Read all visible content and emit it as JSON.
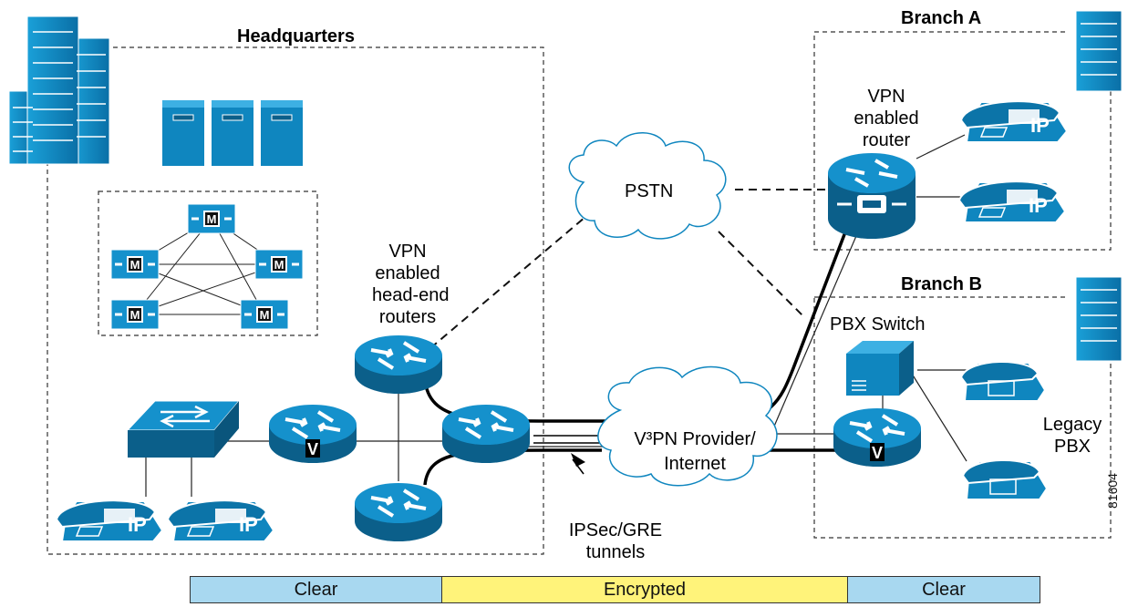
{
  "title_hq": "Headquarters",
  "title_branch_a": "Branch A",
  "title_branch_b": "Branch B",
  "labels": {
    "pstn": "PSTN",
    "hq_routers": [
      "VPN",
      "enabled",
      "head-end",
      "routers"
    ],
    "branch_a_router": [
      "VPN",
      "enabled",
      "router"
    ],
    "pbx_switch": "PBX Switch",
    "legacy_pbx": [
      "Legacy",
      "PBX"
    ],
    "provider": [
      "V³PN Provider/",
      "Internet"
    ],
    "tunnels": [
      "IPSec/GRE",
      "tunnels"
    ],
    "phone_badge": "IP",
    "cm_badge": "M",
    "voice_badge": "V"
  },
  "legend": [
    "Clear",
    "Encrypted",
    "Clear"
  ],
  "figure_id": "81604",
  "colors": {
    "device_blue": "#0f86bf",
    "device_dark": "#0b5f8a",
    "legend_clear": "#a8d8f0",
    "legend_encrypted": "#fff37a"
  }
}
